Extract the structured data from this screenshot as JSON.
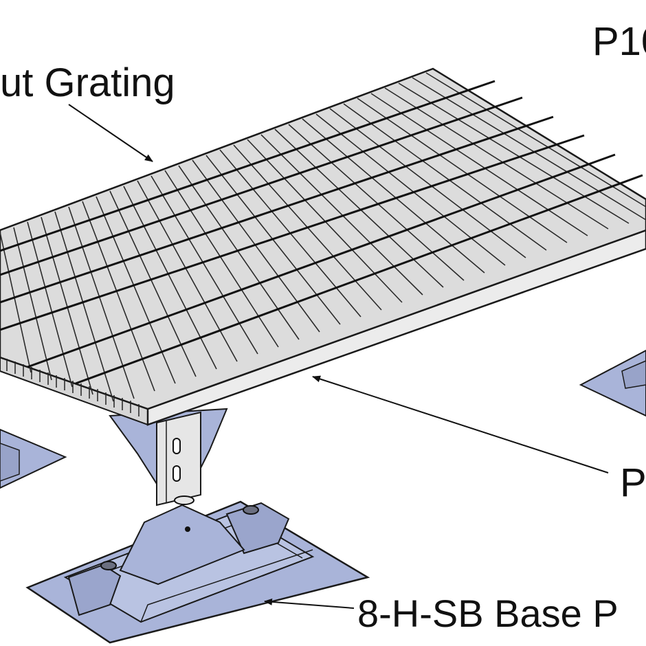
{
  "labels": {
    "grating": "ut Grating",
    "top_right": "P10",
    "right_mid": "P",
    "base_plate": "8-H-SB Base P"
  },
  "colors": {
    "base_fill": "#a9b4d9",
    "grating_fill": "#dcdcdc",
    "frame_fill": "#ececec",
    "line": "#1a1a1a"
  }
}
